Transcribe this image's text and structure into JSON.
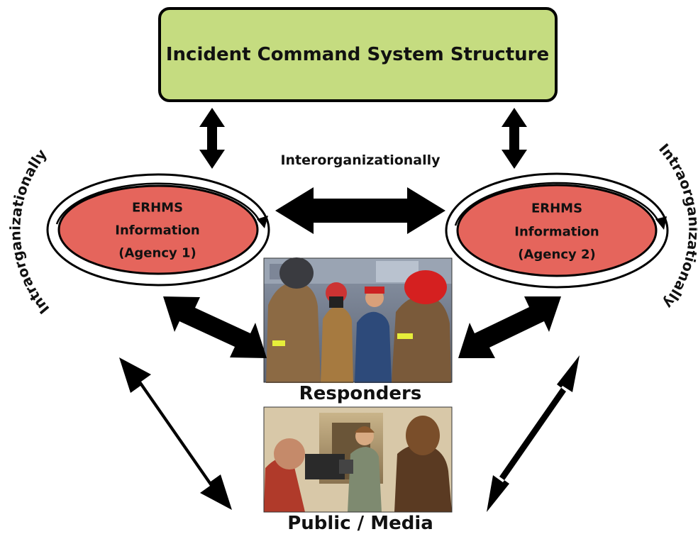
{
  "diagram": {
    "title_box": {
      "label": "Incident Command System Structure",
      "fill_color": "#c5dc80"
    },
    "agencies": [
      {
        "line1": "ERHMS",
        "line2": "Information",
        "line3": "(Agency 1)",
        "fill_color": "#e5655c"
      },
      {
        "line1": "ERHMS",
        "line2": "Information",
        "line3": "(Agency 2)",
        "fill_color": "#e5655c"
      }
    ],
    "interorg_label": "Interorganizationally",
    "intraorg_label_left": "Intraorganizationally",
    "intraorg_label_right": "Intraorganizationally",
    "responders_label": "Responders",
    "public_media_label": "Public / Media",
    "arrow_color": "#000000"
  }
}
